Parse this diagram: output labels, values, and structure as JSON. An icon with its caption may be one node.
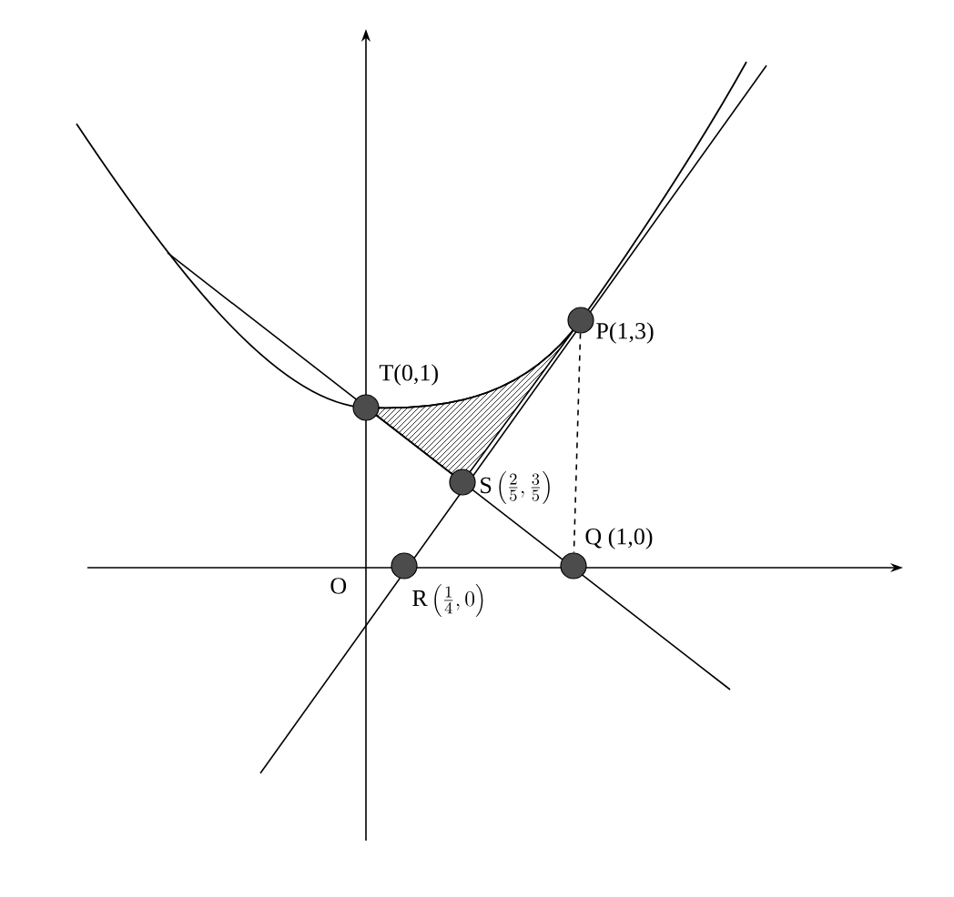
{
  "diagram": {
    "nodes": [
      {
        "text": [],
        "shape": "circle",
        "beside": [
          "P(1,3)"
        ]
      },
      {
        "text": [],
        "shape": "circle",
        "beside": [
          "T(0,1)"
        ]
      },
      {
        "text": [],
        "shape": "circle",
        "beside": [
          "\\mathrm{S}\\left(\\frac{2}{5},\\frac{3}{5}\\right)"
        ]
      },
      {
        "text": [],
        "shape": "circle",
        "beside": [
          "\\mathrm{R}\\left(\\frac{1}{4},0\\right)"
        ]
      },
      {
        "text": [],
        "shape": "circle",
        "beside": [
          "Q (1,0)"
        ]
      }
    ],
    "edges": [
      {
        "from": 0,
        "to": 4,
        "arrow": "none",
        "style": "dashed"
      }
    ],
    "labels": [
      "O"
    ]
  }
}
